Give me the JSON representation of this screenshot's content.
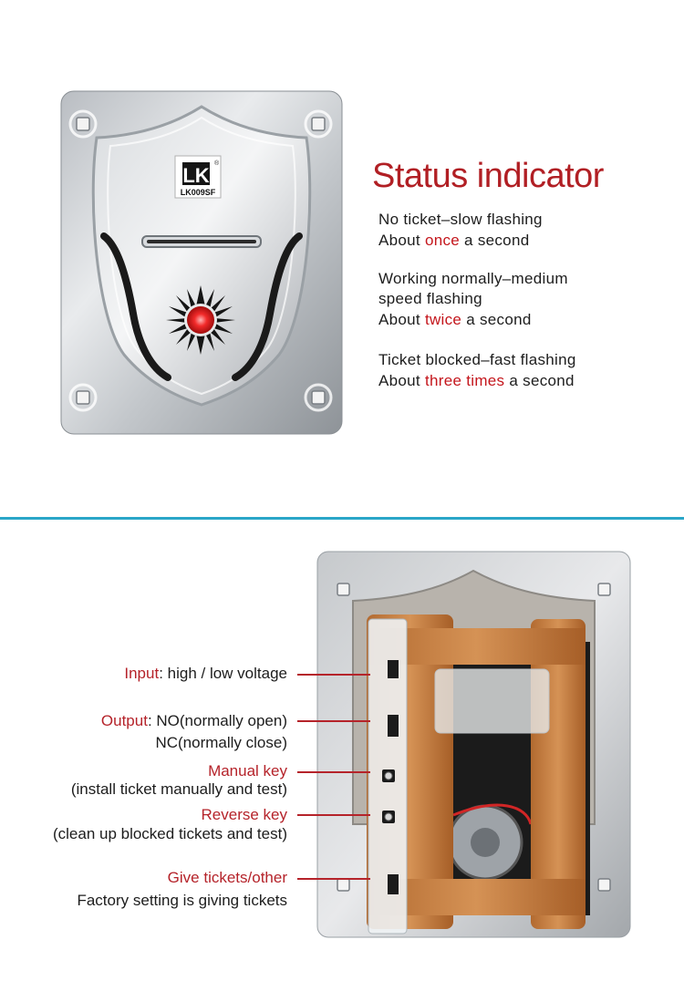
{
  "faceplate": {
    "logo_mark": "LK",
    "logo_registered": "®",
    "model": "LK009SF",
    "indicator_color": "#e8262b"
  },
  "status": {
    "title": "Status indicator",
    "groups": [
      {
        "lines": [
          {
            "pre": "No ticket–slow flashing",
            "hl": "",
            "post": ""
          },
          {
            "pre": "About ",
            "hl": "once",
            "post": " a second"
          }
        ]
      },
      {
        "lines": [
          {
            "pre": "Working normally–medium",
            "hl": "",
            "post": ""
          },
          {
            "pre": "speed flashing",
            "hl": "",
            "post": ""
          },
          {
            "pre": "About ",
            "hl": "twice",
            "post": " a second"
          }
        ]
      },
      {
        "lines": [
          {
            "pre": "Ticket blocked–fast flashing",
            "hl": "",
            "post": ""
          },
          {
            "pre": "About ",
            "hl": "three times",
            "post": " a second"
          }
        ]
      }
    ],
    "highlight_color": "#c4161c"
  },
  "divider_color": "#2aa6c8",
  "labels": {
    "input": {
      "key": "Input",
      "rest": ": high / low voltage"
    },
    "output": {
      "key": "Output",
      "rest": ": NO(normally open)",
      "line2": "NC(normally close)"
    },
    "manual": {
      "key": "Manual key",
      "line2": "(install ticket manually and test)"
    },
    "reverse": {
      "key": "Reverse key",
      "line2": "(clean up blocked tickets and test)"
    },
    "give": {
      "key": "Give tickets/other",
      "line2": "Factory setting is giving tickets"
    }
  }
}
